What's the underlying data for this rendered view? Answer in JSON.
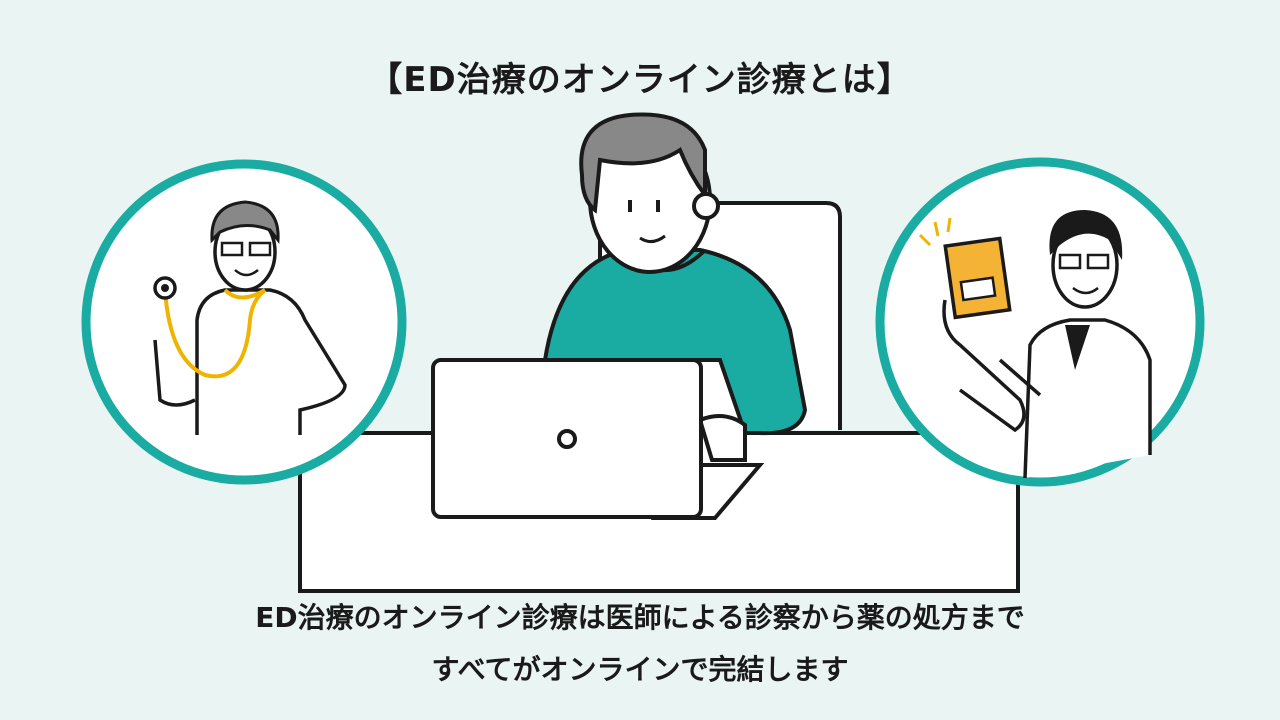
{
  "title": "【ED治療のオンライン診療とは】",
  "caption": {
    "line1": "ED治療のオンライン診療は医師による診察から薬の処方まで",
    "line2": "すべてがオンラインで完結します"
  },
  "colors": {
    "background": "#eaf4f3",
    "accent_teal": "#1aaca3",
    "stethoscope_yellow": "#f0b400",
    "booklet_orange": "#f5b335"
  }
}
